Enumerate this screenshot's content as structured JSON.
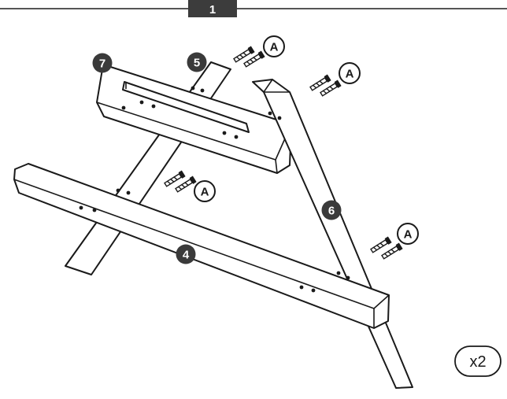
{
  "step": {
    "number": "1"
  },
  "quantity": {
    "label": "x2"
  },
  "parts": [
    {
      "id": "4",
      "label": "4"
    },
    {
      "id": "5",
      "label": "5"
    },
    {
      "id": "6",
      "label": "6"
    },
    {
      "id": "7",
      "label": "7"
    }
  ],
  "hardware": [
    {
      "id": "A",
      "label": "A"
    },
    {
      "id": "A",
      "label": "A"
    },
    {
      "id": "A",
      "label": "A"
    },
    {
      "id": "A",
      "label": "A"
    }
  ],
  "colors": {
    "ink": "#1a1a1a",
    "badge": "#3a3a3a",
    "header_line": "#555555"
  }
}
